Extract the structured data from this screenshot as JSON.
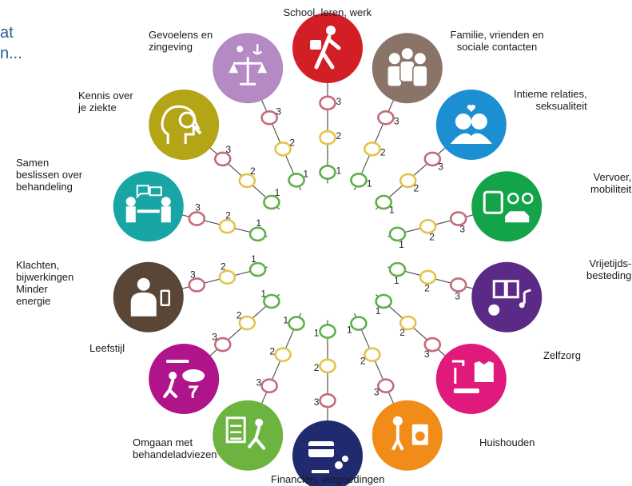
{
  "partial_text": "at\nn...",
  "rings": [
    "1",
    "2",
    "3"
  ],
  "themes": [
    {
      "label": "School, leren, werk",
      "color": "#d21f26",
      "icon": "walking-person-with-bag-icon"
    },
    {
      "label": "Familie, vrienden en\nsociale contacten",
      "color": "#8a7467",
      "icon": "group-of-people-icon"
    },
    {
      "label": "Intieme relaties,\nseksualiteit",
      "color": "#1b8fd2",
      "icon": "couple-with-hearts-icon"
    },
    {
      "label": "Vervoer,\nmobiliteit",
      "color": "#13a44a",
      "icon": "bus-bike-car-icon"
    },
    {
      "label": "Vrijetijds-\nbesteding",
      "color": "#5b2a86",
      "icon": "book-music-ball-icon"
    },
    {
      "label": "Zelfzorg",
      "color": "#e0197d",
      "icon": "shower-clothing-icon"
    },
    {
      "label": "Huishouden",
      "color": "#f28c18",
      "icon": "vacuum-washing-machine-icon"
    },
    {
      "label": "Financiën, vergoedingen",
      "color": "#1f2b6e",
      "icon": "card-coins-icon"
    },
    {
      "label": "Omgaan met\nbehandeladviezen",
      "color": "#6cb33f",
      "icon": "checklist-stretching-icon"
    },
    {
      "label": "Leefstijl",
      "color": "#b0148a",
      "icon": "running-food-wine-icon"
    },
    {
      "label": "Klachten,\nbijwerkingen\nMinder\nenergie",
      "color": "#5a4636",
      "icon": "tired-person-icon"
    },
    {
      "label": "Samen\nbeslissen over\nbehandeling",
      "color": "#17a5a5",
      "icon": "conversation-table-icon"
    },
    {
      "label": "Kennis over\nje ziekte",
      "color": "#b4a516",
      "icon": "head-magnifier-icon"
    },
    {
      "label": "Gevoelens en\nzingeving",
      "color": "#b489c4",
      "icon": "scales-anchor-clover-icon"
    }
  ],
  "colors": {
    "ring1": "#5fb04a",
    "ring2": "#e4c34a",
    "ring3": "#c46b7c",
    "connector": "#555555"
  }
}
